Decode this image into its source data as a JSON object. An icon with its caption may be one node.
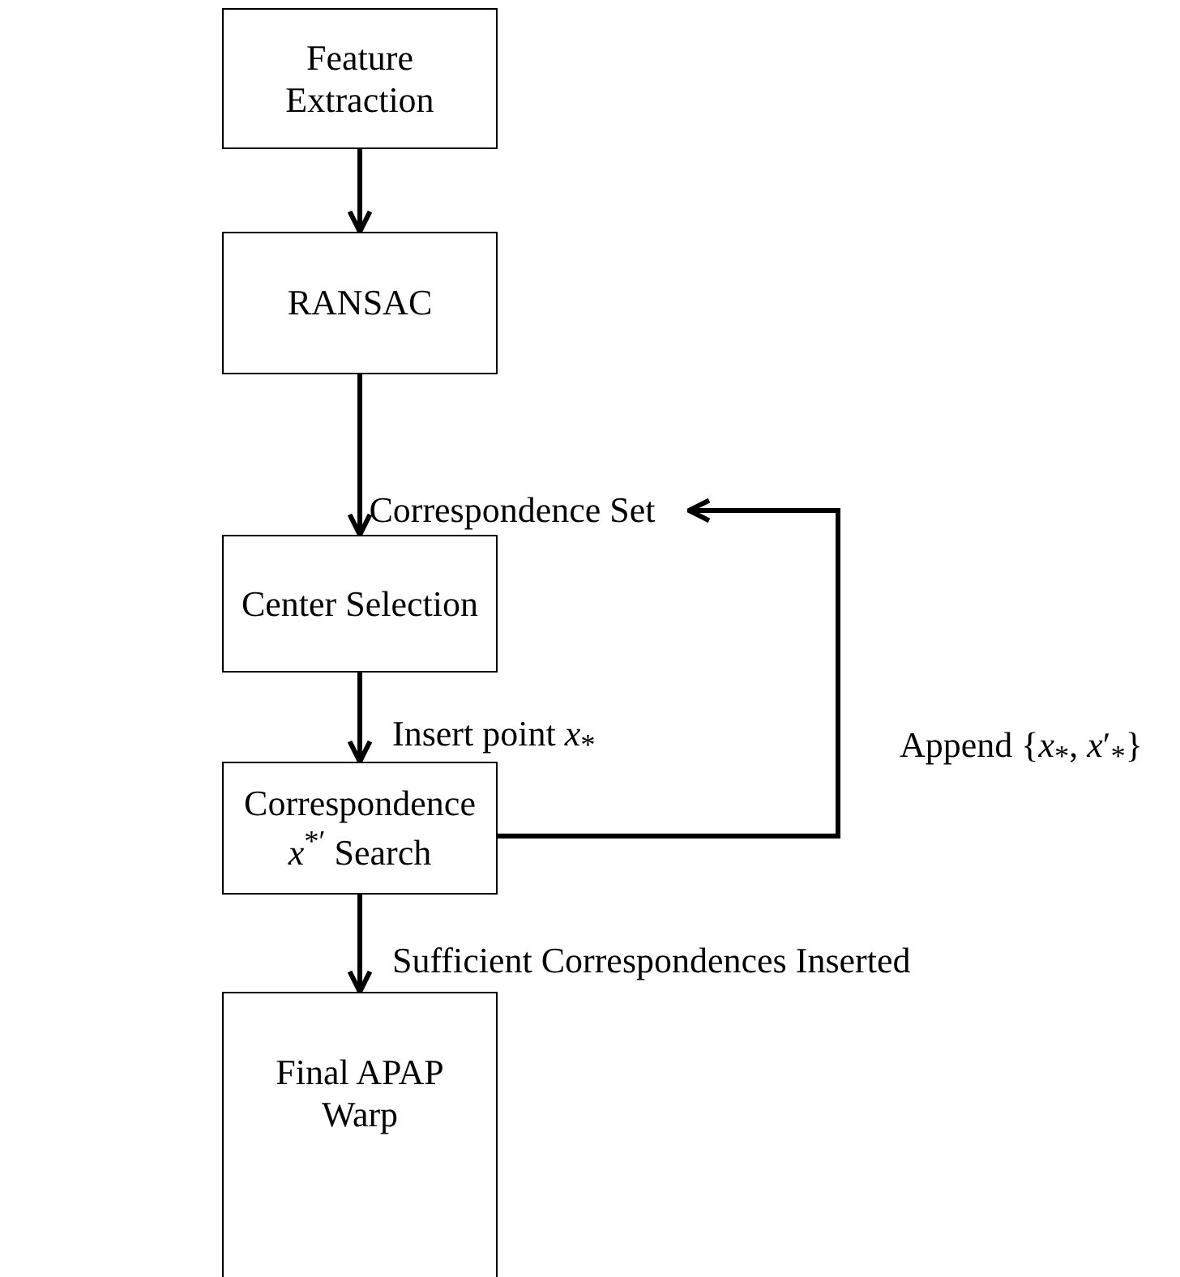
{
  "diagram": {
    "nodes": [
      {
        "text": [
          "Feature Extraction"
        ]
      },
      {
        "text": [
          "RANSAC"
        ]
      },
      {
        "text": [
          "Center Selection"
        ]
      },
      {
        "text": [
          "Correspondence *x*$^{*′}$ Search"
        ]
      },
      {
        "text": [
          "Final APAP Warp"
        ]
      },
      {
        "text": [
          "Correspondence Set"
        ]
      }
    ],
    "edges": [
      {
        "from": 0,
        "to": 1,
        "arrow": "to"
      },
      {
        "from": 1,
        "to": 2,
        "arrow": "to"
      },
      {
        "from": 2,
        "to": 3,
        "arrow": "to",
        "label": "Insert point *x*$_{*}$"
      },
      {
        "from": 3,
        "to": 4,
        "arrow": "to",
        "label": "Sufficient Correspondences Inserted"
      },
      {
        "from": 3,
        "to": 5,
        "arrow": "to",
        "label": "Append {*x*$_{*}$, *x*′$_{*}$}"
      }
    ]
  }
}
